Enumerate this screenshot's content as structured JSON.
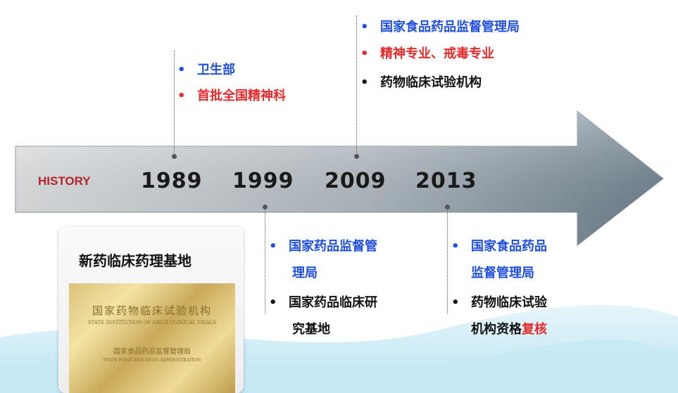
{
  "history_label": "HISTORY",
  "years": [
    "1989",
    "1999",
    "2009",
    "2013"
  ],
  "bullet_char": "•",
  "events": {
    "y1989": [
      {
        "text": "卫生部",
        "color": "blue"
      },
      {
        "text": "首批全国精神科",
        "color": "red"
      }
    ],
    "y1999": [
      {
        "lines": [
          "国家药品监督管",
          "理局"
        ],
        "color": "blue"
      },
      {
        "lines": [
          "国家药品临床研",
          "究基地"
        ],
        "color": "black"
      }
    ],
    "y2009": [
      {
        "text": "国家食品药品监督管理局",
        "color": "blue"
      },
      {
        "text": "精神专业、戒毒专业",
        "color": "red"
      },
      {
        "text": "药物临床试验机构",
        "color": "black"
      }
    ],
    "y2013": [
      {
        "lines": [
          "国家食品药品",
          "监督管理局"
        ],
        "color": "blue"
      },
      {
        "line1": "药物临床试验",
        "line2_black": "机构资格",
        "line2_red": "复核",
        "color": "black"
      }
    ]
  },
  "card": {
    "title": "新药临床药理基地",
    "plaque": {
      "line1": "国家药物临床试验机构",
      "line2": "STATE INSTITUTION OF DRUG CLINICAL TRIALS",
      "line3": "国家食品药品监督管理局",
      "line4": "STATE FOOD AND DRUG ADMINISTRATION"
    }
  },
  "colors": {
    "blue": "#1f4fe0",
    "red": "#e8282a",
    "black": "#111111",
    "history": "#b3232a"
  }
}
